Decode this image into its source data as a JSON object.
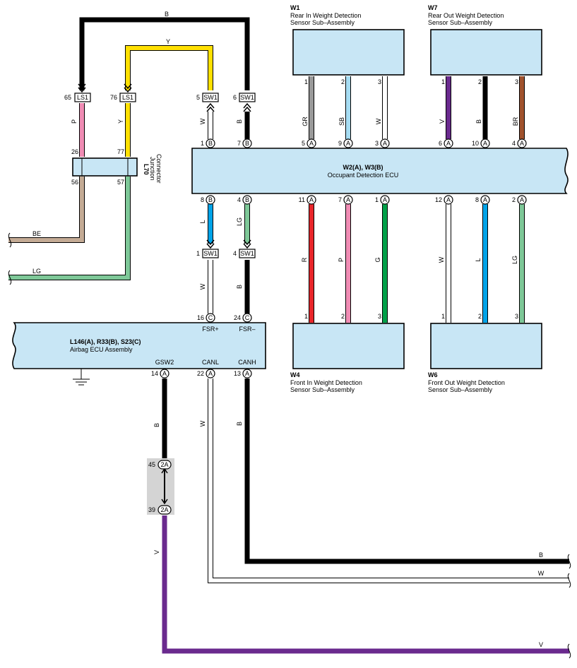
{
  "components": {
    "w1": {
      "code": "W1",
      "name_line1": "Rear In Weight Detection",
      "name_line2": "Sensor Sub–Assembly"
    },
    "w7": {
      "code": "W7",
      "name_line1": "Rear Out Weight Detection",
      "name_line2": "Sensor Sub–Assembly"
    },
    "w4": {
      "code": "W4",
      "name_line1": "Front In Weight Detection",
      "name_line2": "Sensor Sub–Assembly"
    },
    "w6": {
      "code": "W6",
      "name_line1": "Front Out Weight Detection",
      "name_line2": "Sensor Sub–Assembly"
    },
    "ecu": {
      "code": "W2(A), W3(B)",
      "name": "Occupant Detection ECU"
    },
    "airbag": {
      "code": "L146(A), R33(B), S23(C)",
      "name": "Airbag ECU Assembly"
    },
    "junction": {
      "code": "L70",
      "name_line1": "Junction",
      "name_line2": "Connector"
    }
  },
  "connectors": {
    "ls1": "LS1",
    "sw1": "SW1",
    "c2a": "2A"
  },
  "connector_letters": {
    "A": "A",
    "B": "B",
    "C": "C"
  },
  "wire_colors": {
    "B": "#1a1a1a",
    "Y": "#ffe000",
    "P": "#f08cb4",
    "GR": "#999999",
    "SB": "#a6dcf2",
    "W": "#ffffff",
    "V": "#6a2a8e",
    "BR": "#a0522d",
    "BE": "#c4ab95",
    "LG": "#7ec898",
    "L": "#00a3e8",
    "R": "#e8262a",
    "G": "#00a048"
  },
  "wire_labels": {
    "top_b": "B",
    "top_y": "Y",
    "ls1_65": "P",
    "ls1_76": "Y",
    "sw1_5": "W",
    "sw1_6": "B",
    "w1_gr": "GR",
    "w1_sb": "SB",
    "w1_w": "W",
    "w7_v": "V",
    "w7_b": "B",
    "w7_br": "BR",
    "be": "BE",
    "lg": "LG",
    "ecu_l": "L",
    "ecu_lg": "LG",
    "sw1_1": "W",
    "sw1_4": "B",
    "w4_r": "R",
    "w4_p": "P",
    "w4_g": "G",
    "w6_w": "W",
    "w6_l": "L",
    "w6_lg": "LG",
    "gsw2_b": "B",
    "canl_w": "W",
    "canh_b": "B",
    "v_bottom": "V",
    "right_b": "B",
    "right_w": "W",
    "right_v": "V"
  },
  "pins": {
    "ls1_a": "65",
    "ls1_b": "76",
    "sw1_top5": "5",
    "sw1_top6": "6",
    "w1_1": "1",
    "w1_2": "2",
    "w1_3": "3",
    "w7_1": "1",
    "w7_2": "2",
    "w7_3": "3",
    "jc_26": "26",
    "jc_77": "77",
    "jc_56": "56",
    "jc_57": "57",
    "ecu_top_1": "1",
    "ecu_top_7": "7",
    "ecu_top_5": "5",
    "ecu_top_9": "9",
    "ecu_top_3": "3",
    "ecu_top_6": "6",
    "ecu_top_10": "10",
    "ecu_top_4": "4",
    "ecu_bot_8": "8",
    "ecu_bot_4": "4",
    "ecu_bot_11": "11",
    "ecu_bot_7": "7",
    "ecu_bot_1": "1",
    "ecu_bot_12": "12",
    "ecu_bot_8b": "8",
    "ecu_bot_2": "2",
    "sw1_mid1": "1",
    "sw1_mid4": "4",
    "airbag_16": "16",
    "airbag_24": "24",
    "w4_1": "1",
    "w4_2": "2",
    "w4_3": "3",
    "w6_1": "1",
    "w6_2": "2",
    "w6_3": "3",
    "airbag_14": "14",
    "airbag_22": "22",
    "airbag_13": "13",
    "c2a_45": "45",
    "c2a_39": "39"
  },
  "terminal_labels": {
    "fsr_plus": "FSR+",
    "fsr_minus": "FSR–",
    "gsw2": "GSW2",
    "canl": "CANL",
    "canh": "CANH"
  }
}
